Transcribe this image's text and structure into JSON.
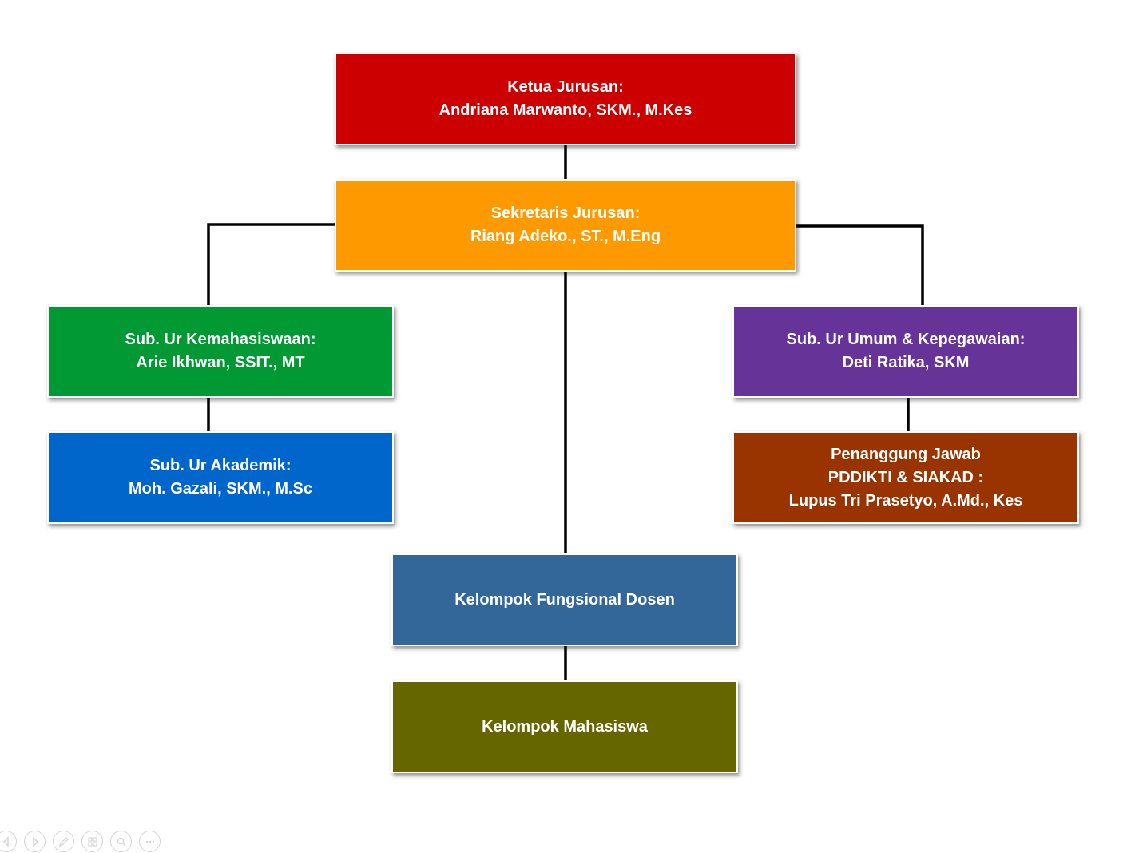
{
  "colors": {
    "ketua": "#cc0000",
    "sekretaris": "#ff9900",
    "kemahasiswaan": "#009933",
    "akademik": "#0066cc",
    "umum": "#663399",
    "pddikti": "#993300",
    "dosen": "#336699",
    "mahasiswa": "#666600",
    "connector": "#000000"
  },
  "nodes": {
    "ketua": {
      "line1": "Ketua Jurusan:",
      "line2": "Andriana Marwanto, SKM.,  M.Kes"
    },
    "sekretaris": {
      "line1": "Sekretaris Jurusan:",
      "line2": "Riang Adeko., ST., M.Eng"
    },
    "kemahasiswaan": {
      "line1": "Sub. Ur Kemahasiswaan:",
      "line2": "Arie Ikhwan, SSIT., MT"
    },
    "akademik": {
      "line1": "Sub. Ur Akademik:",
      "line2": "Moh. Gazali, SKM., M.Sc"
    },
    "umum": {
      "line1": "Sub. Ur Umum & Kepegawaian:",
      "line2": "Deti Ratika, SKM"
    },
    "pddikti": {
      "line1": "Penanggung Jawab",
      "line2": "PDDIKTI & SIAKAD :",
      "line3": "Lupus Tri Prasetyo, A.Md., Kes"
    },
    "dosen": {
      "line1": "Kelompok Fungsional Dosen"
    },
    "mahasiswa": {
      "line1": "Kelompok Mahasiswa"
    }
  },
  "controls": [
    {
      "icon": "previous-icon"
    },
    {
      "icon": "next-icon"
    },
    {
      "icon": "pen-icon"
    },
    {
      "icon": "slides-grid-icon"
    },
    {
      "icon": "zoom-icon"
    },
    {
      "icon": "more-options-icon"
    }
  ]
}
